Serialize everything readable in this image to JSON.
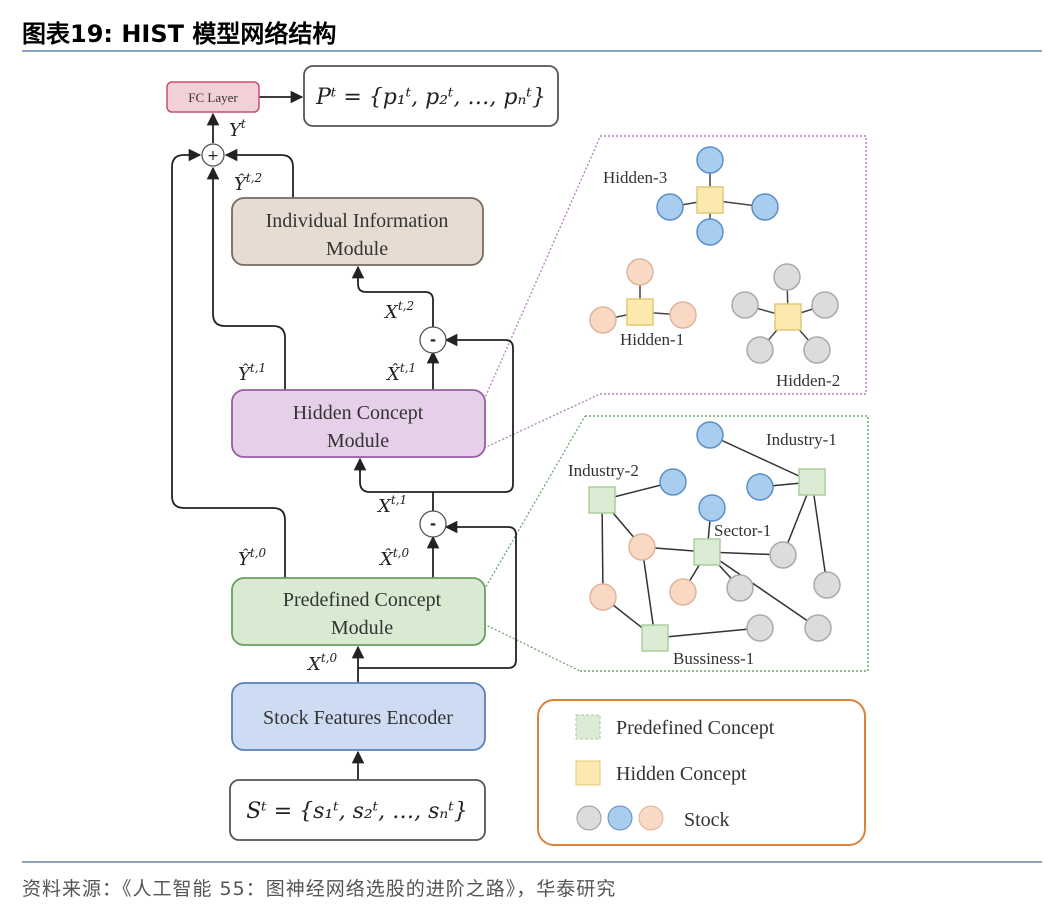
{
  "header": {
    "title": "图表19:  HIST 模型网络结构"
  },
  "footer": {
    "source": "资料来源：《人工智能 55：图神经网络选股的进阶之路》，华泰研究"
  },
  "diagram": {
    "fc_layer": "FC Layer",
    "output_formula": "Pᵗ = {p₁ᵗ, p₂ᵗ, …, pₙᵗ}",
    "input_formula": "Sᵗ = {s₁ᵗ, s₂ᵗ, …, sₙᵗ}",
    "plus_symbol": "+",
    "minus_symbol": "-",
    "modules": {
      "individual": [
        "Individual Information",
        "Module"
      ],
      "hidden": [
        "Hidden Concept",
        "Module"
      ],
      "predefined": [
        "Predefined Concept",
        "Module"
      ],
      "encoder": "Stock Features Encoder"
    },
    "labels": {
      "y": {
        "base": "Y",
        "sup": "t"
      },
      "y_hat_2": {
        "base": "Ŷ",
        "sup": "t,2"
      },
      "x_2": {
        "base": "X",
        "sup": "t,2"
      },
      "y_hat_1": {
        "base": "Ŷ",
        "sup": "t,1"
      },
      "x_hat_1": {
        "base": "X̂",
        "sup": "t,1"
      },
      "x_1": {
        "base": "X",
        "sup": "t,1"
      },
      "y_hat_0": {
        "base": "Ŷ",
        "sup": "t,0"
      },
      "x_hat_0": {
        "base": "X̂",
        "sup": "t,0"
      },
      "x_0": {
        "base": "X",
        "sup": "t,0"
      }
    },
    "hidden_graph": [
      "Hidden-3",
      "Hidden-1",
      "Hidden-2"
    ],
    "predefined_graph": [
      "Industry-1",
      "Industry-2",
      "Sector-1",
      "Bussiness-1"
    ],
    "legend": {
      "predefined": "Predefined Concept",
      "hidden": "Hidden Concept",
      "stock": "Stock"
    },
    "colors": {
      "fc": "#f2d0d8",
      "fc_border": "#c9506b",
      "individual": "#e6dcd2",
      "hidden": "#e6cfe8",
      "predefined": "#d8ead2",
      "encoder": "#cddcf2",
      "concept_predefined": "#dcebd3",
      "concept_hidden": "#fbe9b0",
      "stock_blue": "#a9cdef",
      "stock_orange": "#f9d8c4",
      "stock_gray": "#dcdcdc",
      "legend_border": "#d9833b",
      "hidden_panel": "#b57cc0",
      "predefined_panel": "#6aa66a"
    }
  }
}
